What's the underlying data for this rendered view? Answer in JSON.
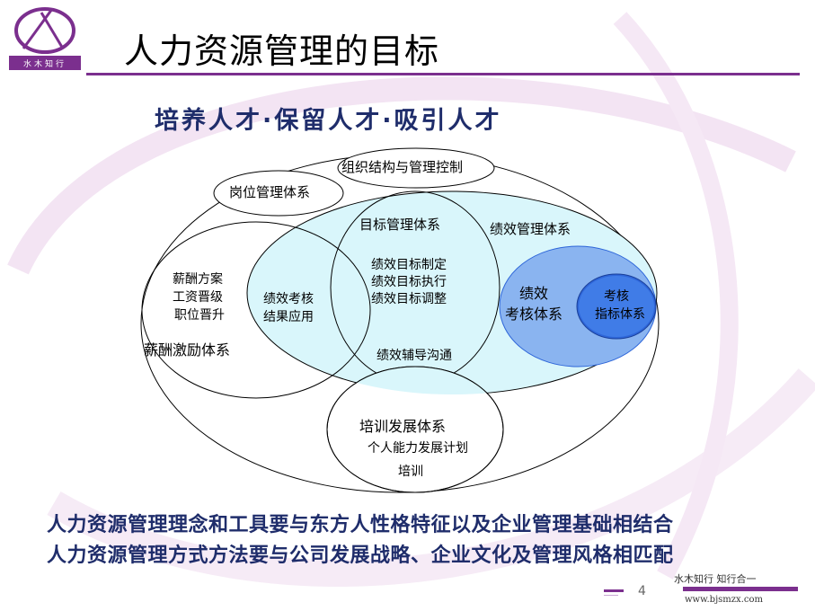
{
  "logo": {
    "text": "水木知行"
  },
  "title": "人力资源管理的目标",
  "subtitle": "培养人才·保留人才·吸引人才",
  "diagram": {
    "org_control": "组织结构与管理控制",
    "post_mgmt": "岗位管理体系",
    "target_mgmt": "目标管理体系",
    "perf_mgmt": "绩效管理体系",
    "salary_items": [
      "薪酬方案",
      "工资晋级",
      "职位晋升"
    ],
    "salary_system": "薪酬激励体系",
    "perf_apply": [
      "绩效考核",
      "结果应用"
    ],
    "target_items": [
      "绩效目标制定",
      "绩效目标执行",
      "绩效目标调整"
    ],
    "perf_eval": [
      "绩效",
      "考核体系"
    ],
    "eval_index": [
      "考核",
      "指标体系"
    ],
    "coach": "绩效辅导沟通",
    "training_system": "培训发展体系",
    "training_items": [
      "个人能力发展计划",
      "培训"
    ]
  },
  "footer": {
    "line1": "人力资源管理理念和工具要与东方人性格特征以及企业管理基础相结合",
    "line2": "人力资源管理方式方法要与公司发展战略、企业文化及管理风格相匹配",
    "page": "4",
    "brand": "水木知行  知行合一",
    "url": "www.bjsmzx.com"
  },
  "colors": {
    "accent": "#7b2f8e",
    "navy": "#1f2d6b",
    "cyan_fill": "#d9f6fb",
    "blue_fill": "#8ab4f0",
    "deep_blue": "#2e66d9"
  }
}
